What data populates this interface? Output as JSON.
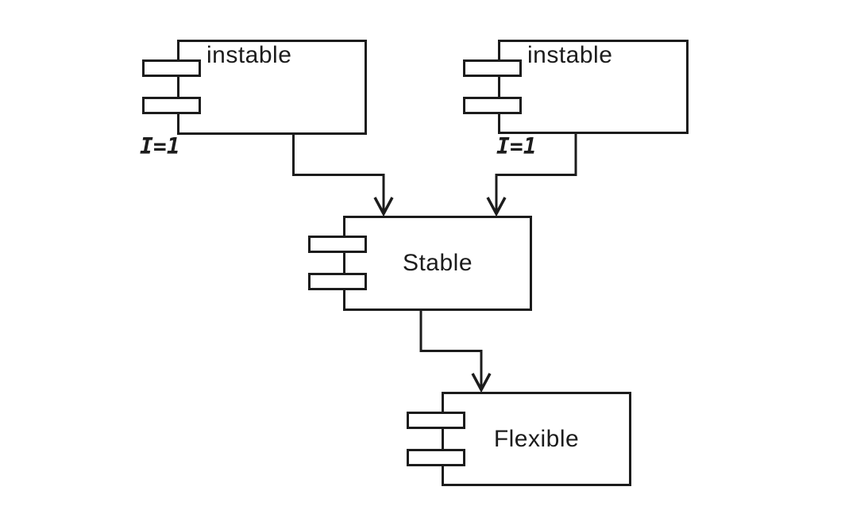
{
  "diagram": {
    "kind": "component-diagram",
    "colors": {
      "stroke": "#1c1c1c",
      "background": "#ffffff",
      "node_fill": "#ffffff"
    },
    "nodes": [
      {
        "id": "instable-left",
        "label": "instable",
        "annotation": "I=1"
      },
      {
        "id": "instable-right",
        "label": "instable",
        "annotation": "I=1"
      },
      {
        "id": "stable",
        "label": "Stable"
      },
      {
        "id": "flexible",
        "label": "Flexible"
      }
    ],
    "edges": [
      {
        "from": "instable-left",
        "to": "stable",
        "style": "elbow-arrow-down"
      },
      {
        "from": "instable-right",
        "to": "stable",
        "style": "elbow-arrow-down"
      },
      {
        "from": "stable",
        "to": "flexible",
        "style": "elbow-arrow-down"
      }
    ]
  }
}
